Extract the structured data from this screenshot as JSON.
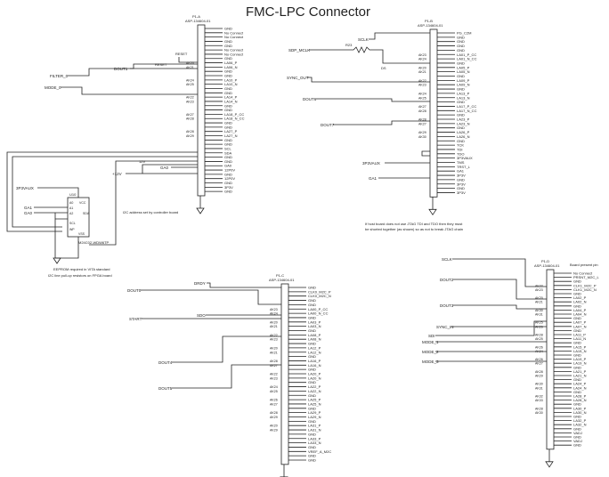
{
  "title": "FMC-LPC Connector",
  "connectors": {
    "a": {
      "ref": "P1-A",
      "part": "ASP-134604-01",
      "pins": [
        "GND",
        "No Connect",
        "No Connect",
        "GND",
        "GND",
        "No Connect",
        "No Connect",
        "GND",
        "LA06_P",
        "LA06_N",
        "GND",
        "GND",
        "LA10_P",
        "LA10_N",
        "GND",
        "GND",
        "LA14_P",
        "LA14_N",
        "GND",
        "GND",
        "LA18_P_CC",
        "LA18_N_CC",
        "GND",
        "GND",
        "LA27_P",
        "LA27_N",
        "GND",
        "GND",
        "SCL",
        "SDA",
        "GND",
        "GND",
        "GA0",
        "12P0V",
        "GND",
        "12P0V",
        "GND",
        "3P3V",
        "GND"
      ],
      "pin_nums": {
        "8": "AK20",
        "9": "AK21",
        "12": "AK24",
        "13": "AK25",
        "16": "AK22",
        "17": "AK23",
        "20": "AK27",
        "21": "AK28",
        "24": "AK28",
        "25": "AK29"
      },
      "left_labels": [
        "RESET",
        "RESET"
      ]
    },
    "b": {
      "ref": "P1-B",
      "part": "ASP-134604-01",
      "pins": [
        "PG_C2M",
        "GND",
        "GND",
        "GND",
        "GND",
        "LA01_P_CC",
        "LA01_N_CC",
        "GND",
        "LA05_P",
        "LA05_N",
        "GND",
        "LA09_P",
        "LA09_N",
        "GND",
        "LA13_P",
        "LA13_N",
        "GND",
        "LA17_P_CC",
        "LA17_N_CC",
        "GND",
        "LA23_P",
        "LA23_N",
        "GND",
        "LA26_P",
        "LA26_N",
        "GND",
        "TCK",
        "TDI",
        "TDO",
        "3P3VAUX",
        "TMS",
        "TRST_L",
        "GA1",
        "3P3V",
        "GND",
        "3P3V",
        "GND",
        "3P3V"
      ],
      "pin_nums": {
        "5": "AK23",
        "6": "AK24",
        "8": "AK20",
        "9": "AK21",
        "11": "AK22",
        "12": "AK23",
        "14": "AK24",
        "15": "AK25",
        "17": "AK27",
        "18": "AK28",
        "20": "AK28",
        "21": "AK27",
        "23": "AK29",
        "24": "AK30"
      },
      "left_labels": [
        "DS",
        "R23"
      ]
    },
    "c": {
      "ref": "P1-C",
      "part": "ASP-134604-01",
      "pins": [
        "GND",
        "CLK0_M2C_P",
        "CLK0_M2C_N",
        "GND",
        "GND",
        "LA00_P_CC",
        "LA00_N_CC",
        "GND",
        "LA03_P",
        "LA03_N",
        "GND",
        "LA08_P",
        "LA08_N",
        "GND",
        "LA12_P",
        "LA12_N",
        "GND",
        "LA16_P",
        "LA16_N",
        "GND",
        "LA20_P",
        "LA20_N",
        "GND",
        "LA22_P",
        "LA22_N",
        "GND",
        "LA25_P",
        "LA25_N",
        "GND",
        "LA29_P",
        "LA29_N",
        "GND",
        "LA31_P",
        "LA31_N",
        "GND",
        "LA33_P",
        "LA33_N",
        "GND",
        "VREF_A_M2C",
        "GND",
        "GND"
      ],
      "pin_nums": {
        "5": "AK23",
        "6": "AK24",
        "8": "AK20",
        "9": "AK21",
        "11": "AK22",
        "12": "AK23",
        "14": "AK20",
        "15": "AK21",
        "17": "AK28",
        "18": "AK27",
        "20": "AK22",
        "21": "AK23",
        "23": "AK24",
        "24": "AK25",
        "26": "AK26",
        "27": "AK27",
        "29": "AK28",
        "30": "AK29",
        "32": "AK20",
        "33": "AK29"
      }
    },
    "d": {
      "ref": "P1-D",
      "part": "ASP-134604-01",
      "pins": [
        "No Connect",
        "PRSNT_M2C_L",
        "GND",
        "CLK1_M2C_P",
        "CLK1_M2C_N",
        "GND",
        "LA02_P",
        "LA02_N",
        "GND",
        "LA04_P",
        "LA04_N",
        "GND",
        "LA07_P",
        "LA07_N",
        "GND",
        "LA11_P",
        "LA11_N",
        "GND",
        "LA15_P",
        "LA15_N",
        "GND",
        "LA19_P",
        "LA19_N",
        "GND",
        "LA21_P",
        "LA21_N",
        "GND",
        "LA24_P",
        "LA24_N",
        "GND",
        "LA28_P",
        "LA28_N",
        "GND",
        "LA30_P",
        "LA30_N",
        "GND",
        "LA32_P",
        "LA32_N",
        "GND",
        "VADJ",
        "GND",
        "VADJ",
        "GND"
      ],
      "pin_nums": {
        "3": "AK22",
        "4": "AK23",
        "6": "AK20",
        "7": "AK21",
        "9": "AK30",
        "10": "AK31",
        "12": "AK25",
        "13": "AK26",
        "15": "AK28",
        "16": "AK25",
        "18": "AK26",
        "19": "AK24",
        "21": "AK26",
        "22": "AK27",
        "24": "AK28",
        "25": "AK29",
        "27": "AK30",
        "28": "AK31",
        "30": "AK32",
        "31": "AK33",
        "33": "AK28",
        "34": "AK30"
      },
      "header_note": "Board present pin"
    }
  },
  "nets": {
    "a": [
      "FILTER_0",
      "MODE_0",
      "DOUT1"
    ],
    "b": [
      "SCLK",
      "SDP_MCLK",
      "SYNC_OUT",
      "DOUT6",
      "DOUT7"
    ],
    "c": [
      "DRDY",
      "DOUT0",
      "START",
      "SDO",
      "DOUT4",
      "DOUT5"
    ],
    "d": [
      "SCLK",
      "DOUT2",
      "DOUT3",
      "SYNC_IN",
      "SDI",
      "MODE_1",
      "MODE_2",
      "MODE_3"
    ],
    "misc": [
      "3P3VAUX",
      "GA1",
      "GA0",
      "+12V",
      "12V",
      "GA0"
    ]
  },
  "resistor": "R23",
  "eeprom": {
    "ref": "U10",
    "part": "M24C02-WDW6TP",
    "left_pins": [
      "A0",
      "A1",
      "A2",
      "SCL",
      "WP",
      "VSS"
    ],
    "right_pins": [
      "VCC",
      "SDA"
    ],
    "labels": [
      "GA1",
      "GA0"
    ],
    "aux_label": "3P3VAUX",
    "note_lines": [
      "EEPROM required in VITA standard",
      "I2C line pull-up resistors on FPGA board"
    ]
  },
  "notes": {
    "i2c": "I2C address set by controller board",
    "jtag_1": "If host board does not use JTAG TDI and TDO then they must",
    "jtag_2": "be shorted together (as shown) so as not to break JTAG chain",
    "board_present": "Board present pin"
  }
}
